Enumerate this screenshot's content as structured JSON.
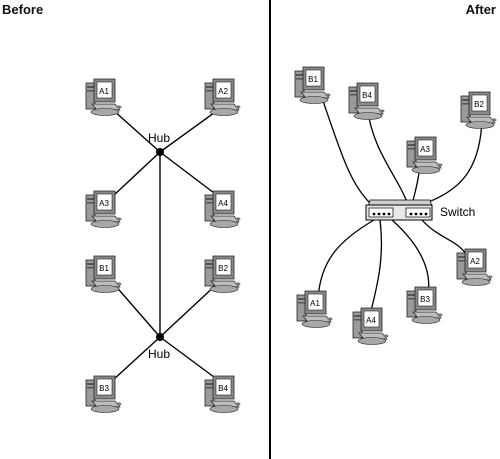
{
  "before": {
    "heading": "Before",
    "hub_label": "Hub",
    "computers": [
      "A1",
      "A2",
      "A3",
      "A4",
      "B1",
      "B2",
      "B3",
      "B4"
    ]
  },
  "after": {
    "heading": "After",
    "switch_label": "Switch",
    "computers": [
      "B1",
      "B4",
      "B2",
      "A3",
      "A2",
      "A1",
      "A4",
      "B3"
    ]
  }
}
